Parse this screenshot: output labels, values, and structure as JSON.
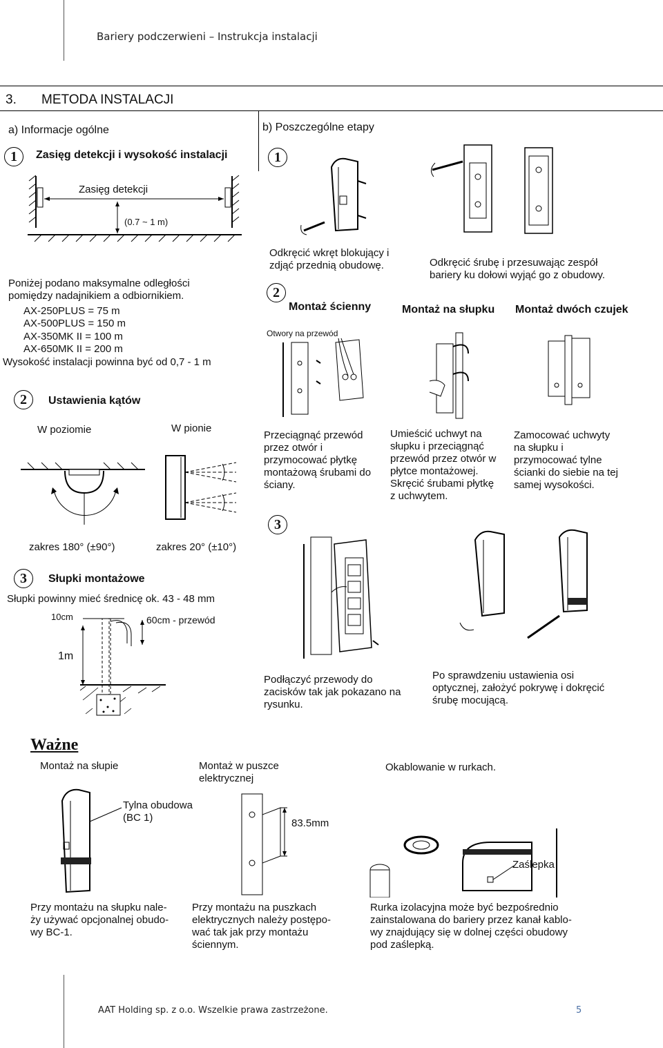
{
  "header": {
    "title": "Bariery podczerwieni – Instrukcja instalacji"
  },
  "section": {
    "number": "3.",
    "title": "METODA INSTALACJI"
  },
  "left": {
    "heading_a": "a) Informacje ogólne",
    "step1_num": "1",
    "step1_title": "Zasięg detekcji i wysokość instalacji",
    "range_label": "Zasięg detekcji",
    "height_label": "(0.7 ~ 1 m)",
    "info_text": "Poniżej podano maksymalne odległości\npomiędzy nadajnikiem a odbiornikiem.",
    "models": [
      "AX-250PLUS  =  75 m",
      "AX-500PLUS  = 150 m",
      "AX-350MK II  = 100 m",
      "AX-650MK II  = 200 m"
    ],
    "height_note": "Wysokość instalacji powinna być od 0,7 - 1 m",
    "step2_num": "2",
    "step2_title": "Ustawienia kątów",
    "horiz_label": "W poziomie",
    "vert_label": "W pionie",
    "horiz_range": "zakres 180° (±90°)",
    "vert_range": "zakres 20° (±10°)",
    "step3_num": "3",
    "step3_title": "Słupki montażowe",
    "post_note": "Słupki powinny mieć średnicę ok. 43 - 48 mm",
    "dim_10cm": "10cm",
    "dim_60cm": "60cm - przewód",
    "dim_1m": "1m"
  },
  "right": {
    "heading_b": "b) Poszczególne etapy",
    "step1_num": "1",
    "unscrew_text": "Odkręcić wkręt blokujący i\nzdjąć przednią obudowę.",
    "slide_text": "Odkręcić śrubę i przesuwając zespół\nbariery ku dołowi wyjąć go z obudowy.",
    "step2_num": "2",
    "wall_mount": "Montaż ścienny",
    "pole_mount": "Montaż na słupku",
    "dual_mount": "Montaż dwóch czujek",
    "cable_holes": "Otwory na przewód",
    "wall_text": "Przeciągnąć przewód\nprzez otwór i\nprzymocować płytkę\nmontażową śrubami do\nściany.",
    "pole_text": "Umieścić uchwyt na\nsłupku i przeciągnąć\nprzewód przez otwór w\npłytce montażowej.\nSkręcić śrubami płytkę\nz uchwytem.",
    "dual_text": "Zamocować uchwyty\nna słupku i\nprzymocować tylne\nścianki do siebie na tej\nsamej wysokości.",
    "step3_num": "3",
    "wiring_text": "Podłączyć przewody do\nzacisków tak jak pokazano na\nrysunku.",
    "cover_text": "Po sprawdzeniu ustawienia osi\noptycznej, założyć pokrywę i dokręcić\nśrubę mocującą."
  },
  "important": {
    "title": "Ważne",
    "pole_label": "Montaż na słupie",
    "box_label": "Montaż w puszce\nelektrycznej",
    "conduit_label": "Okablowanie w rurkach.",
    "back_cover": "Tylna obudowa\n(BC 1)",
    "dim_83": "83.5mm",
    "plug": "Zaślepka",
    "pole_note": "Przy montażu na słupku nale-\nży używać opcjonalnej obudo-\nwy BC-1.",
    "box_note": "Przy montażu na puszkach\nelektrycznych należy postępo-\nwać tak jak przy  montażu\nściennym.",
    "conduit_note": "Rurka izolacyjna może być bezpośrednio\nzainstalowana do bariery przez kanał kablo-\nwy znajdujący się w dolnej części obudowy\npod zaślepką."
  },
  "footer": {
    "company": "AAT Holding sp. z o.o.  Wszelkie prawa zastrzeżone.",
    "page": "5"
  }
}
